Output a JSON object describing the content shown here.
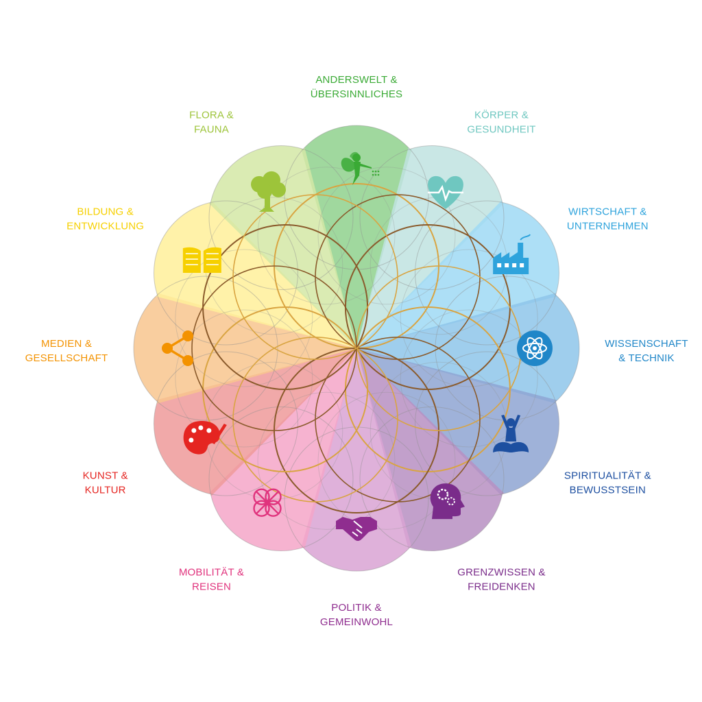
{
  "diagram": {
    "categories": [
      {
        "id": "anderswelt",
        "line1": "ANDERSWELT &",
        "line2": "ÜBERSINNLICHES",
        "color": "#3aaa35",
        "fill": "#8fd18d",
        "icon": "fairy-icon"
      },
      {
        "id": "koerper",
        "line1": "KÖRPER &",
        "line2": "GESUNDHEIT",
        "color": "#6fc7c0",
        "fill": "#bfe3e1",
        "icon": "heartbeat-icon"
      },
      {
        "id": "wirtschaft",
        "line1": "WIRTSCHAFT &",
        "line2": "UNTERNEHMEN",
        "color": "#2ea3dc",
        "fill": "#9fd9f4",
        "icon": "factory-icon"
      },
      {
        "id": "wissenschaft",
        "line1": "WISSENSCHAFT",
        "line2": "& TECHNIK",
        "color": "#1f86c8",
        "fill": "#8ec6ea",
        "icon": "atom-icon"
      },
      {
        "id": "spiritualitaet",
        "line1": "SPIRITUALITÄT &",
        "line2": "BEWUSSTSEIN",
        "color": "#1d4fa0",
        "fill": "#8ea4d2",
        "icon": "meditation-icon"
      },
      {
        "id": "grenzwissen",
        "line1": "GRENZWISSEN &",
        "line2": "FREIDENKEN",
        "color": "#7a2c8a",
        "fill": "#b78fc2",
        "icon": "head-gears-icon"
      },
      {
        "id": "politik",
        "line1": "POLITIK &",
        "line2": "GEMEINWOHL",
        "color": "#8f2d8f",
        "fill": "#d9a3d3",
        "icon": "handshake-icon"
      },
      {
        "id": "mobilitaet",
        "line1": "MOBILITÄT &",
        "line2": "REISEN",
        "color": "#e0337d",
        "fill": "#f4a6c8",
        "icon": "flower-route-icon"
      },
      {
        "id": "kunst",
        "line1": "KUNST &",
        "line2": "KULTUR",
        "color": "#e52521",
        "fill": "#ef9a9a",
        "icon": "palette-icon"
      },
      {
        "id": "medien",
        "line1": "MEDIEN &",
        "line2": "GESELLSCHAFT",
        "color": "#f39200",
        "fill": "#f8c68e",
        "icon": "share-icon"
      },
      {
        "id": "bildung",
        "line1": "BILDUNG &",
        "line2": "ENTWICKLUNG",
        "color": "#f6d000",
        "fill": "#fff09a",
        "icon": "book-icon"
      },
      {
        "id": "flora",
        "line1": "FLORA &",
        "line2": "FAUNA",
        "color": "#9dc43a",
        "fill": "#d4e7a6",
        "icon": "tree-icon"
      }
    ],
    "ring_colors": [
      "#d9a441",
      "#8a5a2b"
    ]
  }
}
